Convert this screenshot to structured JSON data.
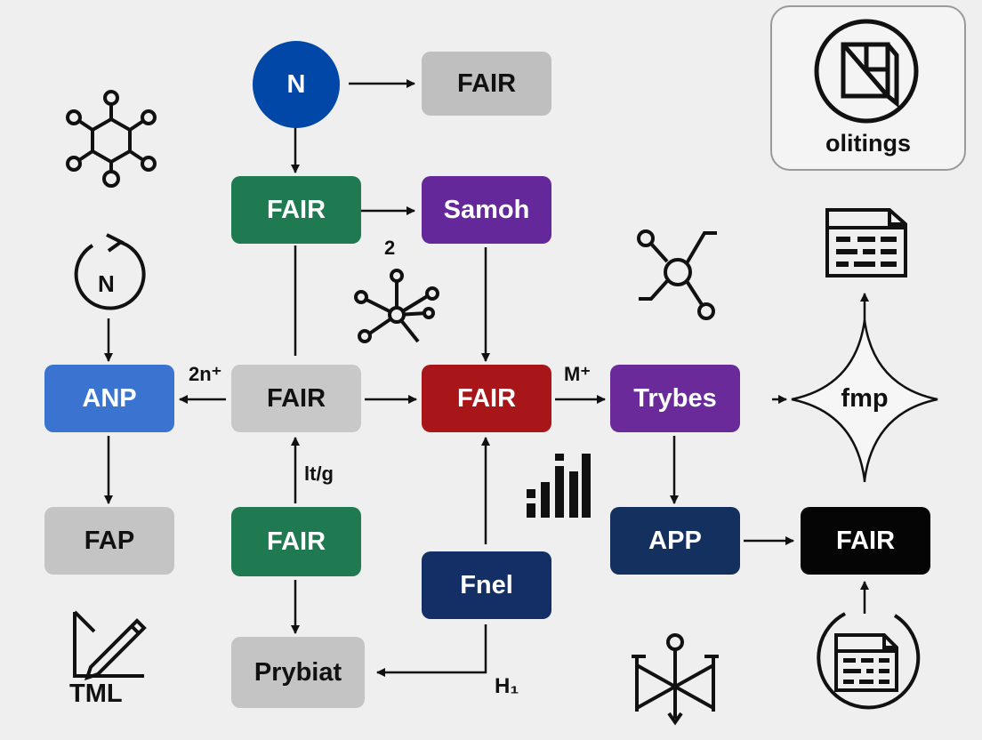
{
  "nodes": {
    "n_top": {
      "label": "N",
      "color": "#0047a8",
      "text_color": "#ffffff"
    },
    "fair_top": {
      "label": "FAIR",
      "color": "#bfbfbf",
      "text_color": "#111111"
    },
    "fair_green_1": {
      "label": "FAIR",
      "color": "#1f7a52",
      "text_color": "#ffffff"
    },
    "samoh": {
      "label": "Samoh",
      "color": "#65289a",
      "text_color": "#ffffff"
    },
    "anp": {
      "label": "ANP",
      "color": "#3a74d0",
      "text_color": "#ffffff"
    },
    "fair_gray_mid": {
      "label": "FAIR",
      "color": "#c8c8c8",
      "text_color": "#111111"
    },
    "fair_red": {
      "label": "FAIR",
      "color": "#a8161a",
      "text_color": "#ffffff"
    },
    "trybes": {
      "label": "Trybes",
      "color": "#6a2a9a",
      "text_color": "#ffffff"
    },
    "fmp": {
      "label": "fmp"
    },
    "fap": {
      "label": "FAP",
      "color": "#c4c4c4",
      "text_color": "#111111"
    },
    "fair_green_2": {
      "label": "FAIR",
      "color": "#1f7a52",
      "text_color": "#ffffff"
    },
    "fnel": {
      "label": "Fnel",
      "color": "#142f66",
      "text_color": "#ffffff"
    },
    "app": {
      "label": "APP",
      "color": "#14305e",
      "text_color": "#ffffff"
    },
    "fair_black": {
      "label": "FAIR",
      "color": "#050505",
      "text_color": "#ffffff"
    },
    "prybiat": {
      "label": "Prybiat",
      "color": "#c4c4c4",
      "text_color": "#111111"
    }
  },
  "labels": {
    "cycle_n": "N",
    "two": "2",
    "two_n": "2n⁺",
    "m_plus": "M⁺",
    "lt_g": "lt/g",
    "h1": "H₁",
    "tml": "TML",
    "olitings": "olitings"
  },
  "icons": [
    "molecule-icon",
    "cycle-icon",
    "network-icon",
    "node-graph-icon",
    "document-table-icon",
    "ruler-pencil-icon",
    "bar-chart-icon",
    "valve-icon",
    "document-circle-icon",
    "box-icon"
  ]
}
